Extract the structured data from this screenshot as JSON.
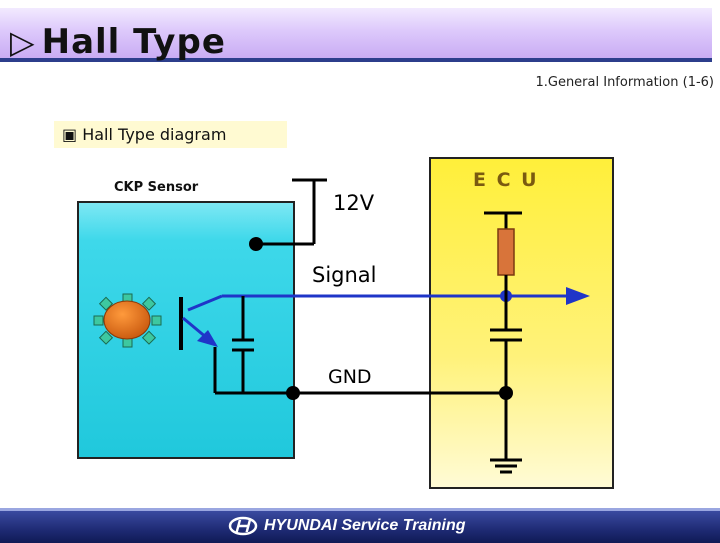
{
  "header": {
    "title_icon": "triangle-right-icon",
    "title": "Hall Type"
  },
  "page_ref": "1.General Information (1-6)",
  "subtitle": {
    "icon": "square-bullet-icon",
    "text": "Hall Type diagram"
  },
  "diagram": {
    "sensor_label": "CKP Sensor",
    "ecu_label": "E C U",
    "voltage_label": "12V",
    "signal_label": "Signal",
    "ground_label": "GND",
    "colors": {
      "sensor_fill": "#33d6e8",
      "ecu_fill": "#fff06a",
      "signal_line": "#1f35c8",
      "rotor": "#e0701a",
      "resistor": "#d8743a"
    }
  },
  "footer": {
    "logo_icon": "hyundai-logo-icon",
    "text": "HYUNDAI Service Training"
  }
}
